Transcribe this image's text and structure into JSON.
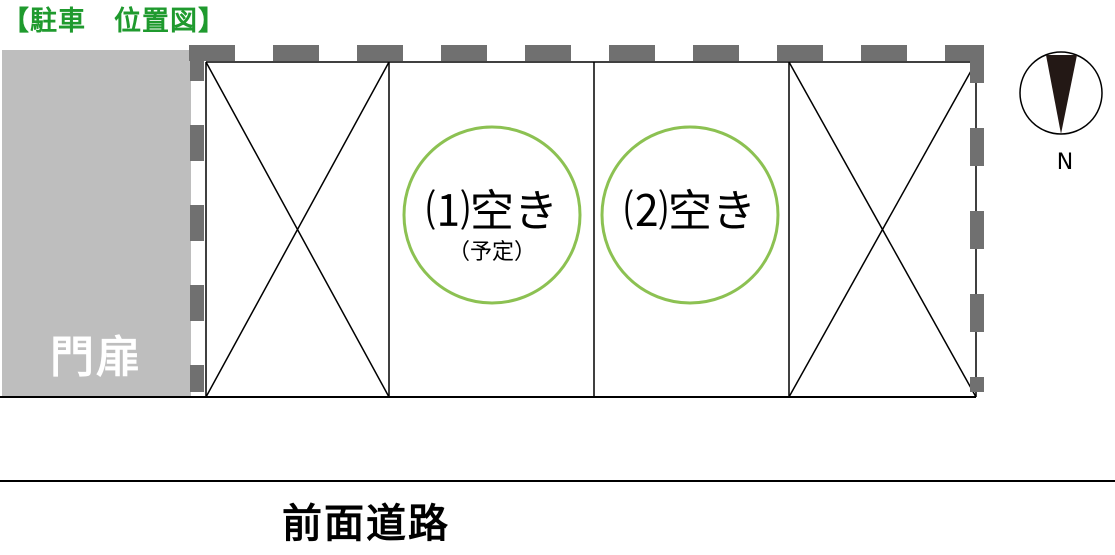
{
  "title": "【駐車　位置図】",
  "gate_label": "門扉",
  "spots": [
    {
      "main": "⑴空き",
      "sub": "（予定）"
    },
    {
      "main": "⑵空き",
      "sub": ""
    }
  ],
  "compass_label": "N",
  "road_label": "前面道路",
  "colors": {
    "title": "#1f9a2e",
    "gate": "#bebebe",
    "dashed_border": "#707070",
    "circle": "#8cc152"
  }
}
